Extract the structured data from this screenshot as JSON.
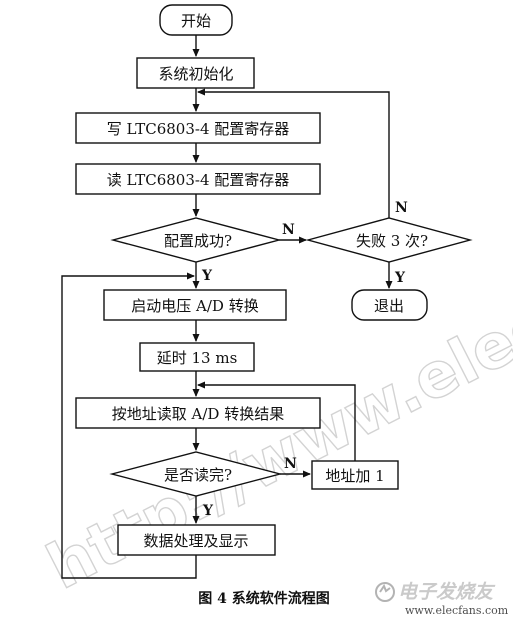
{
  "flowchart": {
    "start": "开始",
    "init": "系统初始化",
    "write_cfg": "写 LTC6803-4 配置寄存器",
    "read_cfg": "读 LTC6803-4 配置寄存器",
    "cfg_ok": "配置成功?",
    "fail3": "失败 3 次?",
    "exit": "退出",
    "start_ad": "启动电压 A/D 转换",
    "delay": "延时 13 ms",
    "read_result": "按地址读取 A/D 转换结果",
    "read_done": "是否读完?",
    "addr_inc": "地址加 1",
    "process": "数据处理及显示",
    "yes": "Y",
    "no": "N"
  },
  "caption": "图 4   系统软件流程图",
  "watermark": {
    "url": "http://www.elecfans.com",
    "logo": "电子发烧友",
    "site": "www.elecfans.com"
  }
}
